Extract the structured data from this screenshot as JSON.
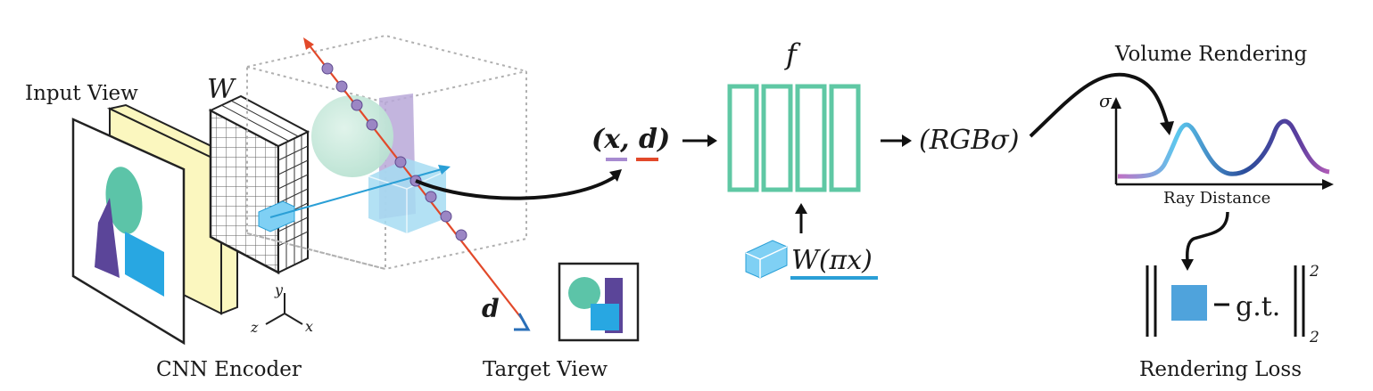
{
  "labels": {
    "input_view": "Input View",
    "w_symbol": "W",
    "cnn_encoder": "CNN Encoder",
    "axis_y": "y",
    "axis_z": "z",
    "axis_x": "x",
    "direction": "d",
    "target_view": "Target View",
    "input_tuple": "(x, d)",
    "mlp_symbol": "f",
    "feature_term": "W(πx)",
    "output_tuple": "(RGBσ)",
    "volume_rendering": "Volume Rendering",
    "sigma_axis": "σ",
    "ray_distance": "Ray Distance",
    "gt": "g.t.",
    "norm_sub": "2",
    "norm_sup": "2",
    "rendering_loss": "Rendering Loss"
  },
  "colors": {
    "ray": "#e2492a",
    "sample_point": "#9b86c4",
    "projection": "#2a9fd6",
    "mlp": "#5fc8a4",
    "image_square": "#4fa3dc",
    "purple_underline": "#a78bd0",
    "red_underline": "#e2492a",
    "blue_underline": "#2a9fd6"
  }
}
